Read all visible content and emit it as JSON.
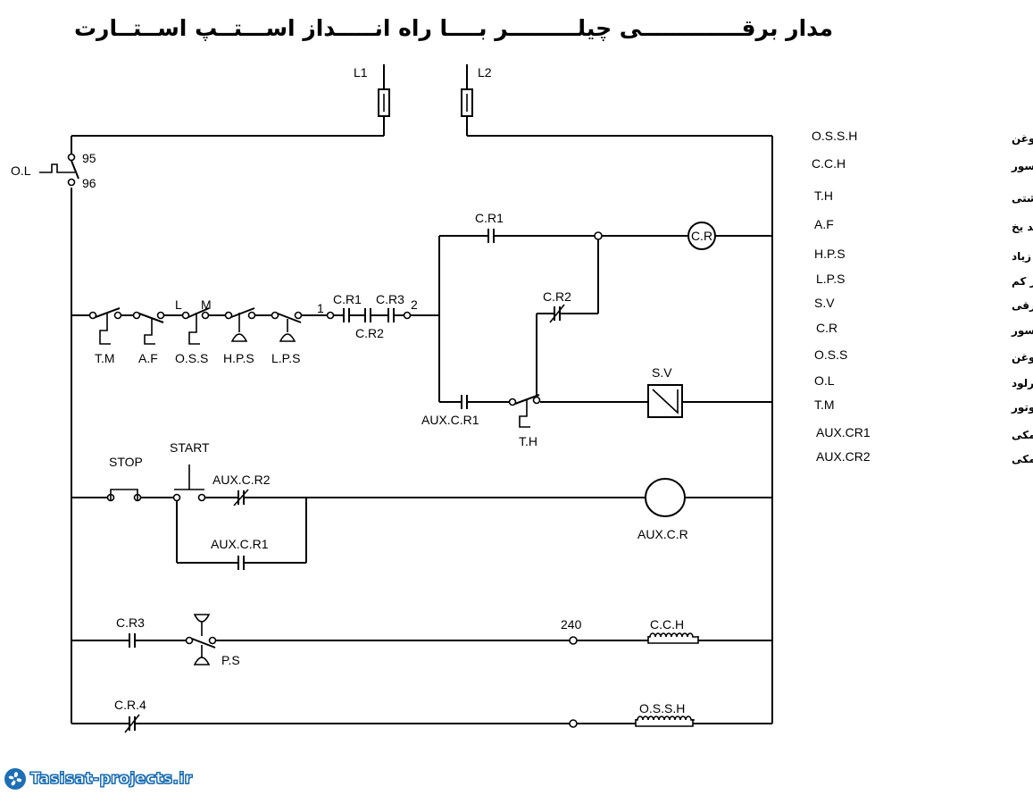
{
  "title": "مدار برقـــــــــــــی چیلـــــــــر بــــا راه انـــــداز اســـتــپ اســتــارت",
  "supply": {
    "l1": "L1",
    "l2": "L2"
  },
  "overload": {
    "label": "O.L",
    "t95": "95",
    "t96": "96"
  },
  "row1": {
    "cr1_contact": "C.R1",
    "coil": "C.R",
    "cr2_contact": "C.R2"
  },
  "row2": {
    "tm": "T.M",
    "af": "A.F",
    "oss": "O.S.S",
    "hps": "H.P.S",
    "lps": "L.P.S",
    "l": "L",
    "m": "M",
    "n1": "1",
    "n2": "2",
    "cr1": "C.R1",
    "cr3": "C.R3",
    "cr2": "C.R2"
  },
  "row3": {
    "aux_cr1": "AUX.C.R1",
    "th": "T.H",
    "sv": "S.V"
  },
  "row4": {
    "stop": "STOP",
    "start": "START",
    "aux_cr2": "AUX.C.R2",
    "aux_cr1": "AUX.C.R1",
    "coil": "AUX.C.R"
  },
  "row5": {
    "cr3": "C.R3",
    "ps": "P.S",
    "n240": "240",
    "cch": "C.C.H"
  },
  "row6": {
    "cr4": "C.R.4",
    "ossh": "O.S.S.H"
  },
  "legend": [
    {
      "code": "O.S.S.H",
      "desc": "هیتر کلید اطمینان روغن"
    },
    {
      "code": "C.C.H",
      "desc": "هیتر محفظه کمپرسور"
    },
    {
      "code": "T.H",
      "desc": "ترموستات آب برگشتی"
    },
    {
      "code": "A.F",
      "desc": "ترموستات ضد یخ"
    },
    {
      "code": "H.P.S",
      "desc": "کلید کنترل فشار زیاد"
    },
    {
      "code": "L.P.S",
      "desc": "کلید کنترل فشار کم"
    },
    {
      "code": "S.V",
      "desc": "شیر برقی"
    },
    {
      "code": "C.R",
      "desc": "بوبین کنتاکتور اصلی کمپرسور"
    },
    {
      "code": "O.S.S",
      "desc": "کلید اطمینان روغن"
    },
    {
      "code": "O.L",
      "desc": "اورلود"
    },
    {
      "code": "T.M",
      "desc": "ترموستات موتور"
    },
    {
      "code": "AUX.CR1",
      "desc": "کنتاکت باز کنتاکتور کمکی"
    },
    {
      "code": "AUX.CR2",
      "desc": "کنتاکت بسته کنتاکتور کمکی"
    }
  ],
  "watermark": "Tasisat-projects.ir"
}
